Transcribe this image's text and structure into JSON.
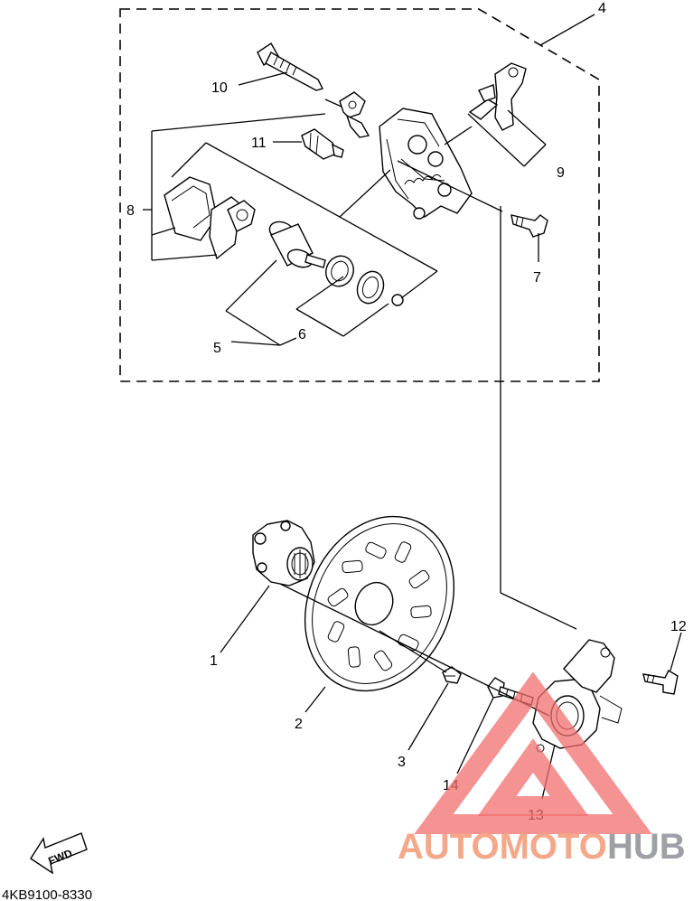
{
  "callouts": [
    "1",
    "2",
    "3",
    "4",
    "5",
    "6",
    "7",
    "8",
    "9",
    "10",
    "11",
    "12",
    "13",
    "14"
  ],
  "fwd_label": "FWD",
  "diagram_code": "4KB9100-8330",
  "watermark": {
    "part1": "AUTOMOTO",
    "part2": "HUB"
  },
  "colors": {
    "watermark_triangle": "#f26d6d",
    "watermark_text_primary": "#f5a889",
    "watermark_text_secondary": "#9ea0a6"
  }
}
